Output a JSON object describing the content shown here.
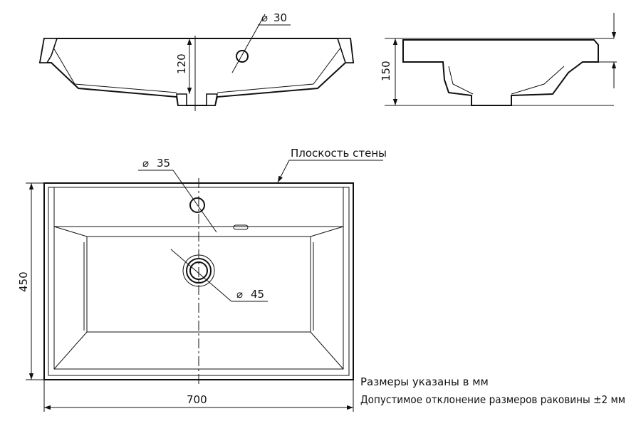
{
  "dimensions": {
    "drain_hole_side": "30",
    "depth_front": "120",
    "height_side": "150",
    "tap_hole_top": "35",
    "drain_hole_top": "45",
    "depth_top": "450",
    "width_top": "700"
  },
  "labels": {
    "wall_plane": "Плоскость стены"
  },
  "notes": {
    "units": "Размеры указаны в мм",
    "tolerance": "Допустимое отклонение размеров раковины ±2 мм"
  },
  "diameter_symbol": "⌀"
}
